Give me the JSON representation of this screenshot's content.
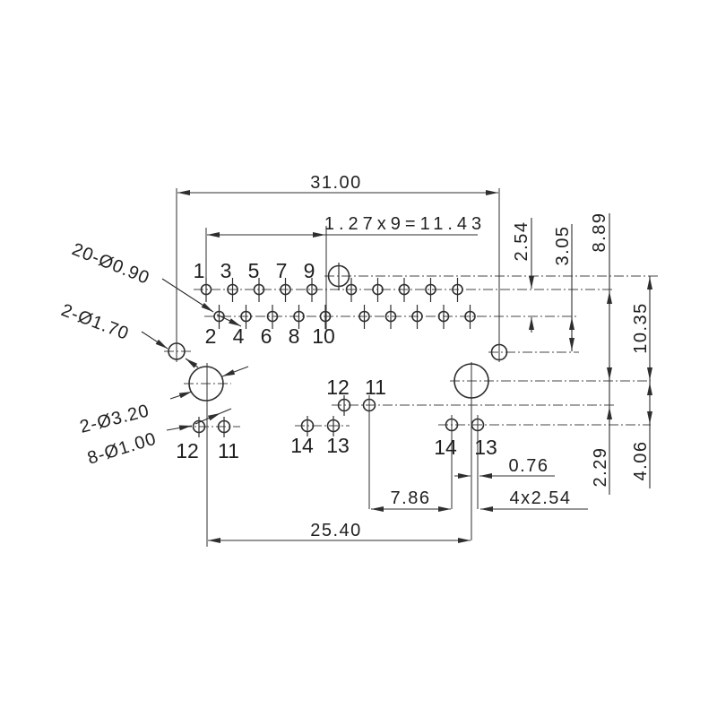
{
  "drawing_title": "connector-footprint-dimension-drawing",
  "colors": {
    "background": "#ffffff",
    "line": "#2e2e2e",
    "text": "#1f1f1f"
  },
  "dims": {
    "overall_width": "31.00",
    "pin_pitch_span": "1.27x9=11.43",
    "row_spacing": "2.54",
    "guide_hole_offset": "3.05",
    "shell_drop": "8.89",
    "mount_drop": "10.35",
    "peg_row_offset": "2.29",
    "peg_row_drop": "4.06",
    "center_offset": "0.76",
    "peg_pitch": "4x2.54",
    "peg_span": "7.86",
    "mount_span": "25.40"
  },
  "callouts": {
    "pin_holes": "20-Ø0.90",
    "guide_holes": "2-Ø1.70",
    "mount_holes": "2-Ø3.20",
    "peg_holes": "8-Ø1.00"
  },
  "pins": {
    "top": [
      "1",
      "3",
      "5",
      "7",
      "9"
    ],
    "bottom": [
      "2",
      "4",
      "6",
      "8",
      "10"
    ],
    "mid_top": [
      "12",
      "11"
    ],
    "mid_bottom": [
      "14",
      "13"
    ],
    "left_group": [
      "12",
      "11"
    ],
    "right_group": [
      "14",
      "13"
    ]
  }
}
